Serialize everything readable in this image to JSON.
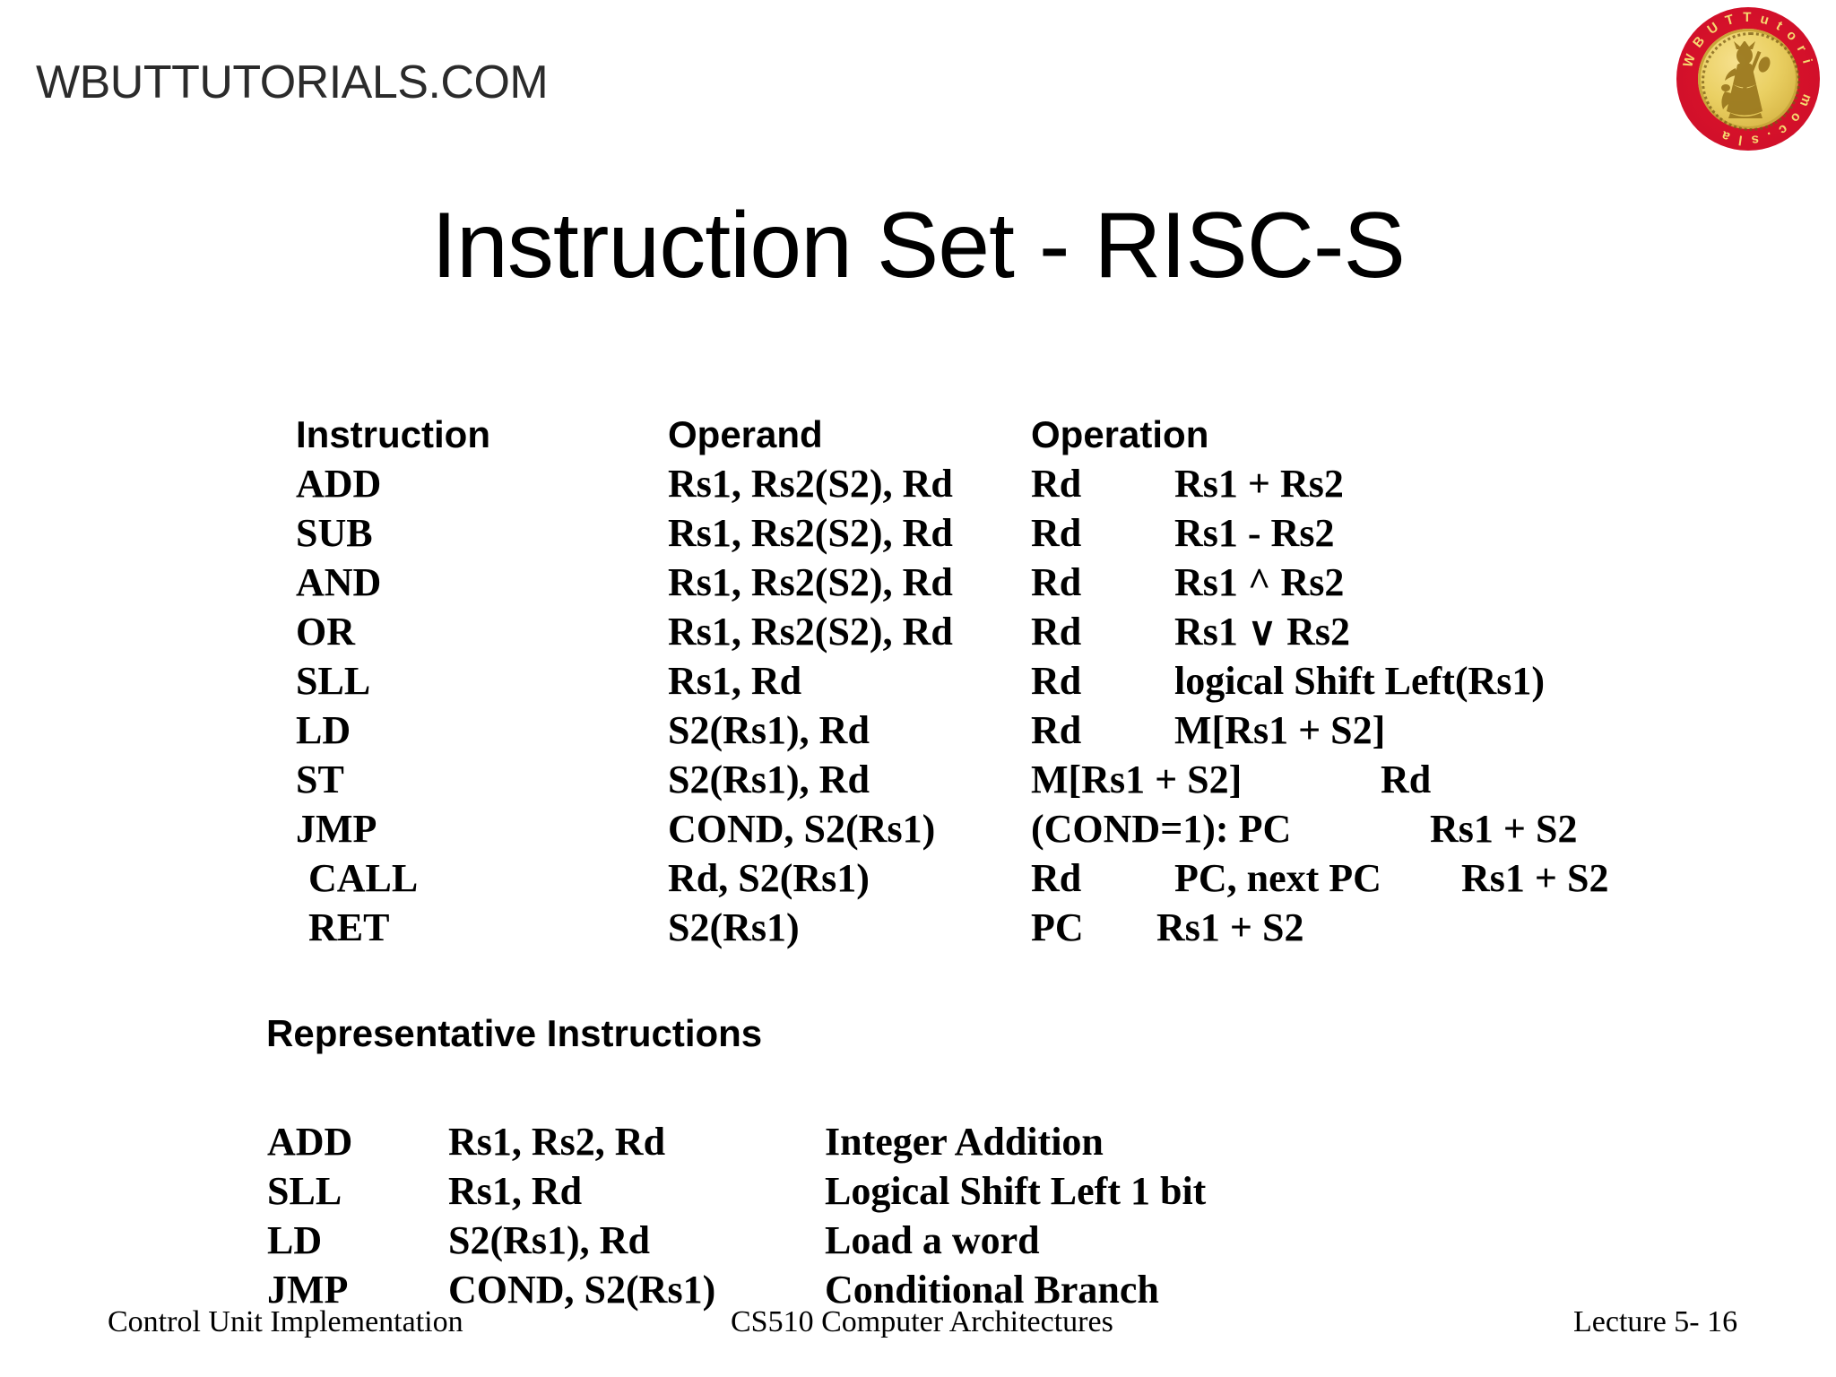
{
  "brand": {
    "site_name": "WBUTTUTORIALS.COM",
    "logo_text": "WBUT Tutorials.com",
    "logo_rim_top": "W B U T   T u t o r i",
    "logo_rim_bottom": "m o c . s l a",
    "colors": {
      "logo_rim": "#d1102a",
      "logo_center": "#ead063",
      "text": "#2b2b2b"
    }
  },
  "title": "Instruction Set - RISC-S",
  "isa_table": {
    "headers": {
      "instruction": "Instruction",
      "operand": "Operand",
      "operation": "Operation"
    },
    "rows": [
      {
        "instruction": "ADD",
        "operand": "Rs1, Rs2(S2), Rd",
        "op1": "Rd",
        "op2": "Rs1 + Rs2",
        "op3": ""
      },
      {
        "instruction": "SUB",
        "operand": "Rs1, Rs2(S2), Rd",
        "op1": "Rd",
        "op2": "Rs1 - Rs2",
        "op3": ""
      },
      {
        "instruction": "AND",
        "operand": "Rs1, Rs2(S2), Rd",
        "op1": "Rd",
        "op2": "Rs1 ^ Rs2",
        "op3": ""
      },
      {
        "instruction": "OR",
        "operand": "Rs1, Rs2(S2), Rd",
        "op1": "Rd",
        "op2": "Rs1 ∨ Rs2",
        "op3": ""
      },
      {
        "instruction": "SLL",
        "operand": "Rs1, Rd",
        "op1": "Rd",
        "op2": "logical Shift Left(Rs1)",
        "op3": ""
      },
      {
        "instruction": "LD",
        "operand": "S2(Rs1), Rd",
        "op1": "Rd",
        "op2": "M[Rs1 + S2]",
        "op3": ""
      },
      {
        "instruction": "ST",
        "operand": "S2(Rs1), Rd",
        "op1": "M[Rs1 + S2]",
        "op2": "Rd",
        "op3": ""
      },
      {
        "instruction": "JMP",
        "operand": "COND, S2(Rs1)",
        "op1": "(COND=1): PC",
        "op2": "Rs1 + S2",
        "op3": ""
      },
      {
        "instruction": "CALL",
        "operand": "Rd, S2(Rs1)",
        "op1": "Rd",
        "op2": "PC, next PC",
        "op3": "Rs1 + S2"
      },
      {
        "instruction": "RET",
        "operand": "S2(Rs1)",
        "op1": "PC",
        "op2": "Rs1 + S2",
        "op3": ""
      }
    ]
  },
  "representative": {
    "heading": "Representative Instructions",
    "rows": [
      {
        "instruction": "ADD",
        "operand": "Rs1, Rs2, Rd",
        "description": "Integer Addition"
      },
      {
        "instruction": "SLL",
        "operand": "Rs1, Rd",
        "description": "Logical Shift Left 1 bit"
      },
      {
        "instruction": "LD",
        "operand": "S2(Rs1), Rd",
        "description": "Load a word"
      },
      {
        "instruction": "JMP",
        "operand": "COND, S2(Rs1)",
        "description": "Conditional Branch"
      }
    ]
  },
  "footer": {
    "left": "Control Unit Implementation",
    "center": "CS510 Computer Architectures",
    "right": "Lecture 5- 16"
  }
}
